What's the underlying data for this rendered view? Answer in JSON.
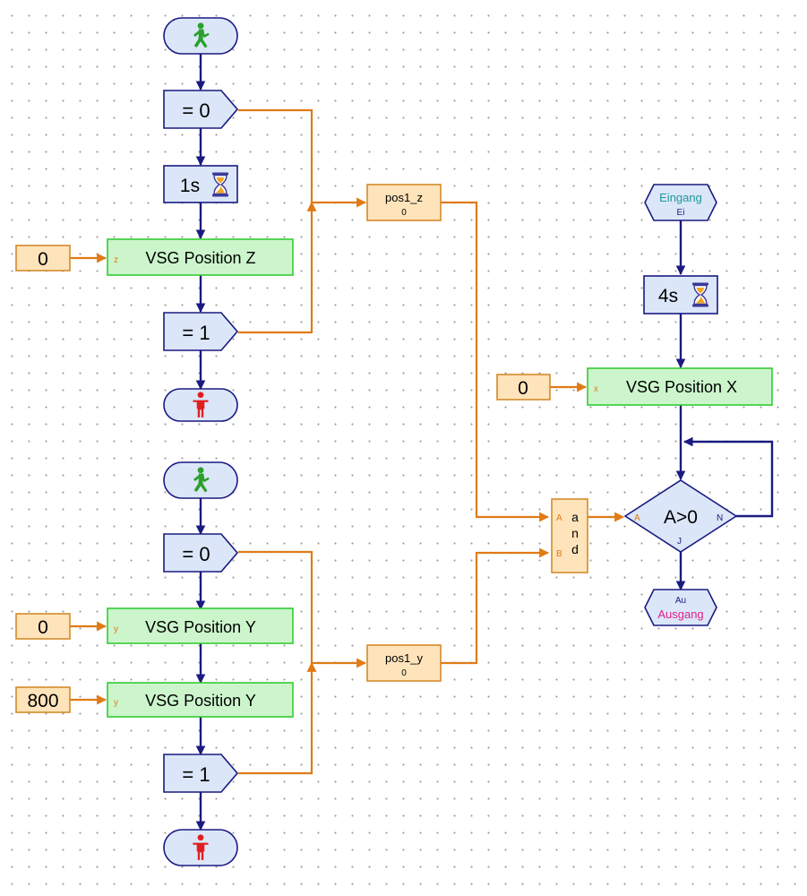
{
  "colors": {
    "flow_wire": "#1a1a80",
    "data_wire": "#e07b15",
    "start_stop_fill": "#dbe6f8",
    "command_fill": "#ccf5cc",
    "command_border": "#33cc33",
    "variable_fill": "#ffe4bb",
    "variable_border": "#d48a2a",
    "start_figure": "#2aa02a",
    "stop_figure": "#e02020",
    "input_text": "#1a9a9a",
    "output_text": "#e0208c"
  },
  "flow_left_top": {
    "start_icon": "start-walking-figure-icon",
    "wait_low": "= 0",
    "delay": "1s",
    "delay_icon": "hourglass-icon",
    "const_value": "0",
    "command_port": "z",
    "command_label": "VSG Position Z",
    "wait_high": "= 1",
    "stop_icon": "stop-standing-figure-icon"
  },
  "flow_left_bottom": {
    "start_icon": "start-walking-figure-icon",
    "wait_low": "= 0",
    "const1_value": "0",
    "command1_port": "y",
    "command1_label": "VSG Position Y",
    "const2_value": "800",
    "command2_port": "y",
    "command2_label": "VSG Position Y",
    "wait_high": "= 1",
    "stop_icon": "stop-standing-figure-icon"
  },
  "variables": {
    "pos1_z": {
      "name": "pos1_z",
      "value": "0"
    },
    "pos1_y": {
      "name": "pos1_y",
      "value": "0"
    }
  },
  "and_gate": {
    "port_a": "A",
    "port_b": "B",
    "letters": [
      "a",
      "n",
      "d"
    ]
  },
  "flow_right": {
    "input_label": "Eingang",
    "input_short": "Ei",
    "delay": "4s",
    "delay_icon": "hourglass-icon",
    "const_value": "0",
    "command_port": "x",
    "command_label": "VSG Position X",
    "branch_label": "A>0",
    "branch_in": "A",
    "branch_no": "N",
    "branch_yes": "J",
    "output_short": "Au",
    "output_label": "Ausgang"
  }
}
